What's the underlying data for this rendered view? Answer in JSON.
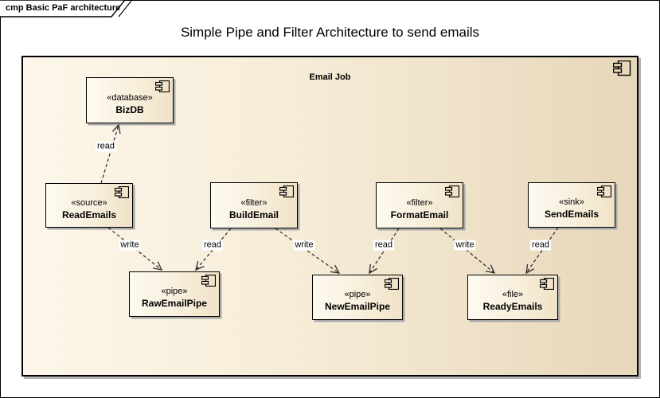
{
  "frame": {
    "tab_label": "cmp Basic PaF architecture"
  },
  "title": "Simple Pipe and Filter Architecture to send emails",
  "container": {
    "label": "Email Job",
    "icon": "uml-component-icon"
  },
  "components": [
    {
      "id": "bizdb",
      "stereotype": "«database»",
      "name": "BizDB",
      "icon": "uml-component-icon"
    },
    {
      "id": "reademails",
      "stereotype": "«source»",
      "name": "ReadEmails",
      "icon": "uml-component-icon"
    },
    {
      "id": "buildemail",
      "stereotype": "«filter»",
      "name": "BuildEmail",
      "icon": "uml-component-icon"
    },
    {
      "id": "formatemail",
      "stereotype": "«filter»",
      "name": "FormatEmail",
      "icon": "uml-component-icon"
    },
    {
      "id": "sendemails",
      "stereotype": "«sink»",
      "name": "SendEmails",
      "icon": "uml-component-icon"
    },
    {
      "id": "rawemailpipe",
      "stereotype": "«pipe»",
      "name": "RawEmailPipe",
      "icon": "uml-component-icon"
    },
    {
      "id": "newemailpipe",
      "stereotype": "«pipe»",
      "name": "NewEmailPipe",
      "icon": "uml-component-icon"
    },
    {
      "id": "readyemails",
      "stereotype": "«file»",
      "name": "ReadyEmails",
      "icon": "uml-component-icon"
    }
  ],
  "connectors": [
    {
      "label": "read",
      "from": "ReadEmails",
      "to": "BizDB",
      "style": "dashed-open-arrow"
    },
    {
      "label": "write",
      "from": "ReadEmails",
      "to": "RawEmailPipe",
      "style": "dashed-open-arrow"
    },
    {
      "label": "read",
      "from": "BuildEmail",
      "to": "RawEmailPipe",
      "style": "dashed-open-arrow"
    },
    {
      "label": "write",
      "from": "BuildEmail",
      "to": "NewEmailPipe",
      "style": "dashed-open-arrow"
    },
    {
      "label": "read",
      "from": "FormatEmail",
      "to": "NewEmailPipe",
      "style": "dashed-open-arrow"
    },
    {
      "label": "write",
      "from": "FormatEmail",
      "to": "ReadyEmails",
      "style": "dashed-open-arrow"
    },
    {
      "label": "read",
      "from": "SendEmails",
      "to": "ReadyEmails",
      "style": "dashed-open-arrow"
    }
  ],
  "colors": {
    "background": "#ffffff",
    "border": "#000000",
    "container_fill_left": "#fdf7ea",
    "container_fill_right": "#e7d7ba",
    "component_fill_left": "#fefaf0",
    "component_fill_right": "#f0e2c7",
    "shadow": "#a9a9a9",
    "text": "#000000",
    "connector": "#2a2a2a"
  }
}
